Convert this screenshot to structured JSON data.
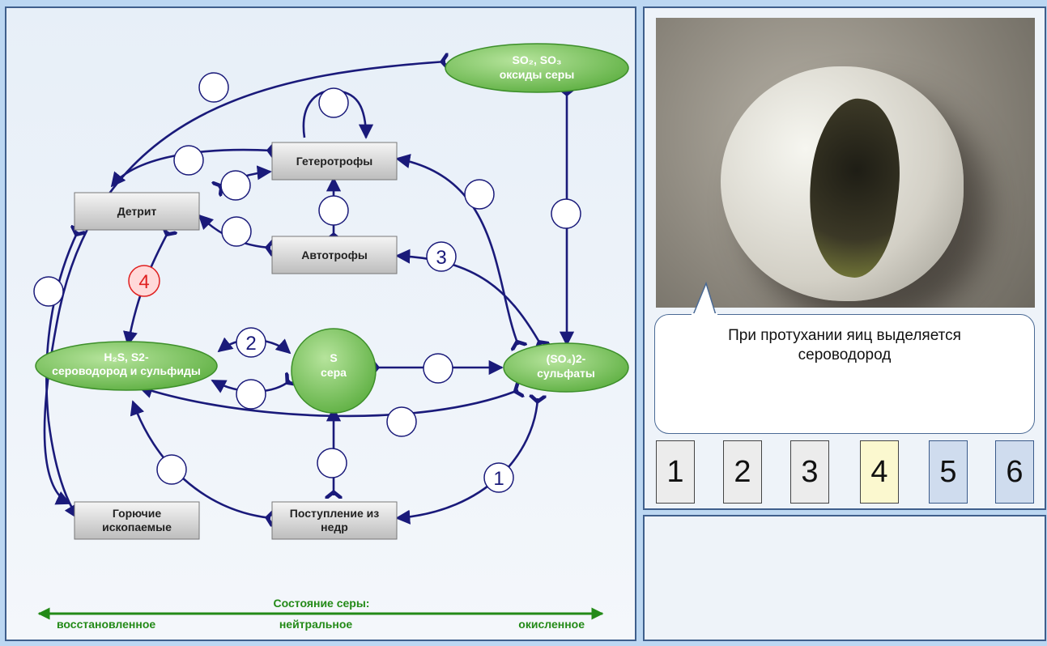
{
  "diagram": {
    "nodes": {
      "oxides_line1": "SO₂, SO₃",
      "oxides_line2": "оксиды серы",
      "heterotrophs": "Гетеротрофы",
      "detritus": "Детрит",
      "autotrophs": "Автотрофы",
      "h2s_line1": "H₂S, S2-",
      "h2s_line2": "сероводород и сульфиды",
      "sulfur_line1": "S",
      "sulfur_line2": "сера",
      "sulfates_line1": "(SO₄)2-",
      "sulfates_line2": "сульфаты",
      "fossil_line1": "Горючие",
      "fossil_line2": "ископаемые",
      "subsurface_line1": "Поступление из",
      "subsurface_line2": "недр"
    },
    "step_labels": [
      "4",
      "2",
      "3",
      "1"
    ],
    "axis": {
      "title": "Состояние серы:",
      "left": "восстановленное",
      "center": "нейтральное",
      "right": "окисленное"
    }
  },
  "caption": {
    "line1": "При протухании яиц выделяется",
    "line2": "сероводород"
  },
  "pager": {
    "items": [
      "1",
      "2",
      "3",
      "4",
      "5",
      "6"
    ],
    "active_index": 3,
    "colors": [
      "#ececec",
      "#ececec",
      "#ececec",
      "#fbf8cf",
      "#cfdcee",
      "#cfdcee"
    ]
  },
  "colors": {
    "arrow": "#1a1a7a",
    "ellipse_fill": "#86c96a",
    "ellipse_stroke": "#3d8f2a",
    "axis_green": "#238a17",
    "active_step": "#e02020"
  }
}
